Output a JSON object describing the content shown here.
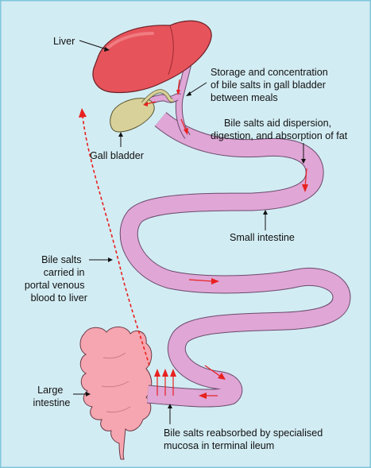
{
  "colors": {
    "background": "#d2ecf3",
    "border": "#7fc6da",
    "liver": "#e7535b",
    "liver_highlight": "#f07c80",
    "intestine": "#dfa6d6",
    "intestine_stroke": "#6b4a6b",
    "gall_bladder": "#d8d19a",
    "large_intestine": "#f6a6b0",
    "arrow_flow": "#e8211f",
    "portal_dashed": "#e8211f"
  },
  "labels": {
    "liver": "Liver",
    "storage": [
      "Storage and concentration",
      "of bile salts in gall bladder",
      "between meals"
    ],
    "dispersion": [
      "Bile salts aid dispersion,",
      "digestion, and absorption of fat"
    ],
    "gall_bladder": "Gall bladder",
    "small_intestine": "Small intestine",
    "portal": [
      "Bile salts",
      "carried in",
      "portal venous",
      "blood to liver"
    ],
    "large_intestine": [
      "Large",
      "intestine"
    ],
    "reabsorbed": [
      "Bile salts reabsorbed by specialised",
      "mucosa in terminal ileum"
    ]
  }
}
